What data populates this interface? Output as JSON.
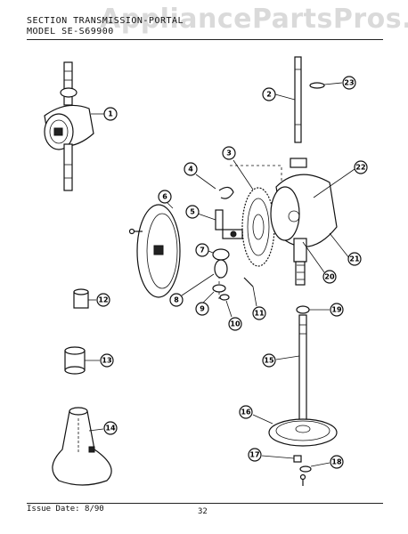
{
  "header": {
    "section_line": "SECTION  TRANSMISSION-PORTAL",
    "model_line": "MODEL  SE-S69900"
  },
  "watermark": "AppliancePartsPros.com",
  "footer": {
    "issue_date": "Issue Date: 8/90",
    "page_number": "32"
  },
  "callouts": [
    "1",
    "2",
    "3",
    "4",
    "5",
    "6",
    "7",
    "8",
    "9",
    "10",
    "11",
    "12",
    "13",
    "14",
    "15",
    "16",
    "17",
    "18",
    "19",
    "20",
    "21",
    "22",
    "23"
  ]
}
